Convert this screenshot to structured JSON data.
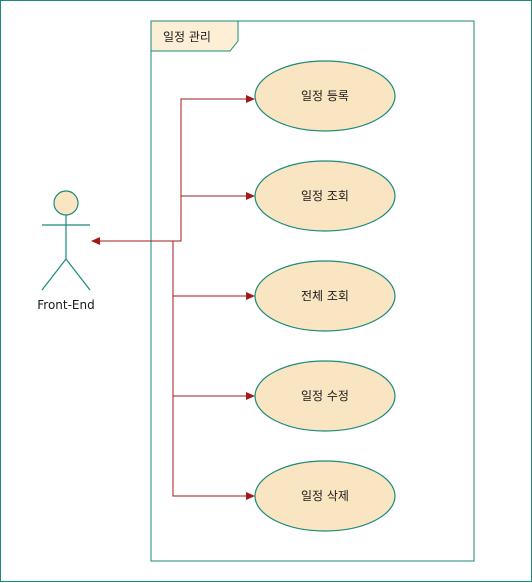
{
  "diagram": {
    "system": {
      "title": "일정 관리"
    },
    "actor": {
      "label": "Front-End"
    },
    "use_cases": [
      {
        "label": "일정 등록"
      },
      {
        "label": "일정 조회"
      },
      {
        "label": "전체 조회"
      },
      {
        "label": "일정 수정"
      },
      {
        "label": "일정 삭제"
      }
    ],
    "colors": {
      "border": "#1a8a7a",
      "use_case_fill": "#fae5c3",
      "tab_fill": "#fdefd6",
      "arrow": "#a11b1b"
    }
  }
}
